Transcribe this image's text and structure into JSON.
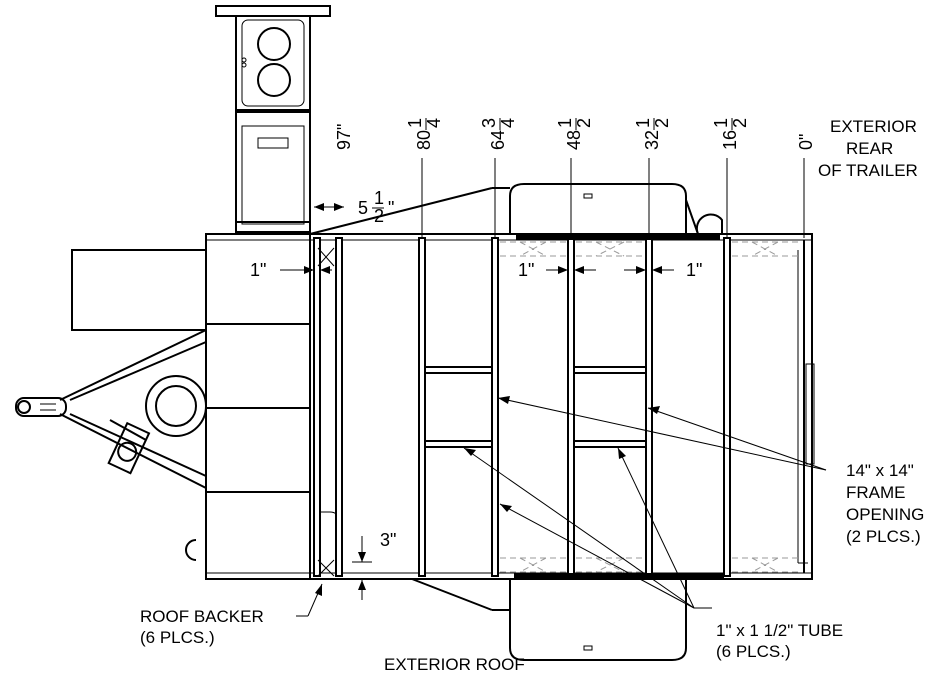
{
  "dimensions": {
    "d97": "97\"",
    "d80": "80",
    "d64": "64",
    "d48": "48",
    "d32": "32",
    "d16": "16",
    "d0": "0\"",
    "frac_14": "1/4",
    "frac_34": "3/4",
    "frac_12": "1/2",
    "inch": "\"",
    "half_num": "1",
    "half_den": "2",
    "quarter_num": "1",
    "quarter_den": "4",
    "threequarter_num": "3",
    "threequarter_den": "4",
    "gap_5": "5",
    "gap_5_num": "1",
    "gap_5_den": "2",
    "gap_5_unit": "\"",
    "one_inch_left": "1\"",
    "one_inch_mid_a": "1\"",
    "one_inch_mid_b": "1\"",
    "three_inch": "3\""
  },
  "labels": {
    "rear_line1": "EXTERIOR",
    "rear_line2": "REAR",
    "rear_line3": "OF TRAILER",
    "frame_line1": "14\" x 14\"",
    "frame_line2": "FRAME",
    "frame_line3": "OPENING",
    "frame_line4": "(2 PLCS.)",
    "roof_backer_line1": "ROOF BACKER",
    "roof_backer_line2": "(6 PLCS.)",
    "tube_line1": "1\" x 1 1/2\" TUBE",
    "tube_line2": "(6 PLCS.)",
    "exterior_roof": "EXTERIOR ROOF"
  }
}
